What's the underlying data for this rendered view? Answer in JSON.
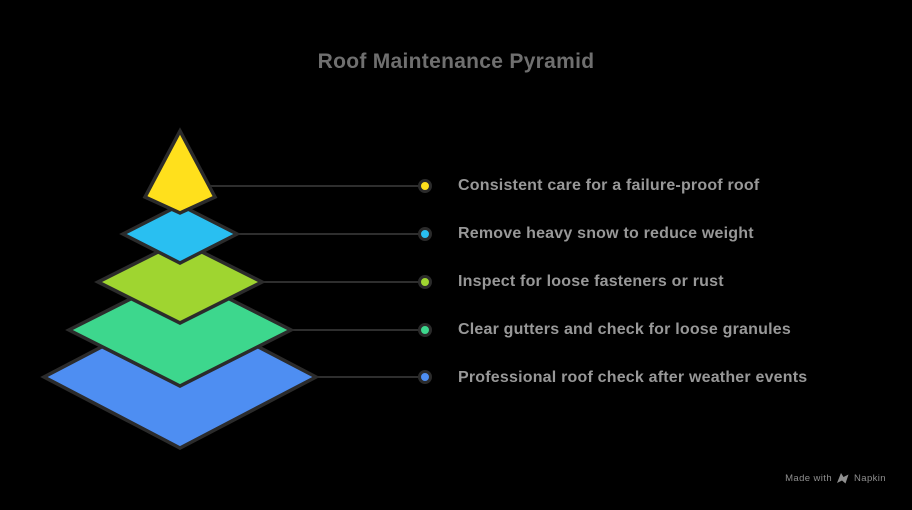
{
  "title": "Roof Maintenance Pyramid",
  "colors": {
    "background": "#000000",
    "title_text": "#6F6F6F",
    "label_text": "#989898",
    "shape_outline": "#2B2B2B",
    "connector_line": "#2E2E2E",
    "watermark_text": "#8F8F8F"
  },
  "pyramid": {
    "levels": [
      {
        "rank": 1,
        "color": "#FFE01C",
        "color_name": "yellow",
        "label": "Consistent care for a failure-proof roof"
      },
      {
        "rank": 2,
        "color": "#29BFF1",
        "color_name": "cyan",
        "label": "Remove heavy snow to reduce weight"
      },
      {
        "rank": 3,
        "color": "#9FD530",
        "color_name": "lime-green",
        "label": "Inspect for loose fasteners or rust"
      },
      {
        "rank": 4,
        "color": "#3DD78D",
        "color_name": "emerald-green",
        "label": "Clear gutters and check for loose granules"
      },
      {
        "rank": 5,
        "color": "#4E8EF2",
        "color_name": "blue",
        "label": "Professional roof check after weather events"
      }
    ]
  },
  "watermark": {
    "prefix": "Made with",
    "brand": "Napkin",
    "icon": "napkin-logo-icon"
  }
}
